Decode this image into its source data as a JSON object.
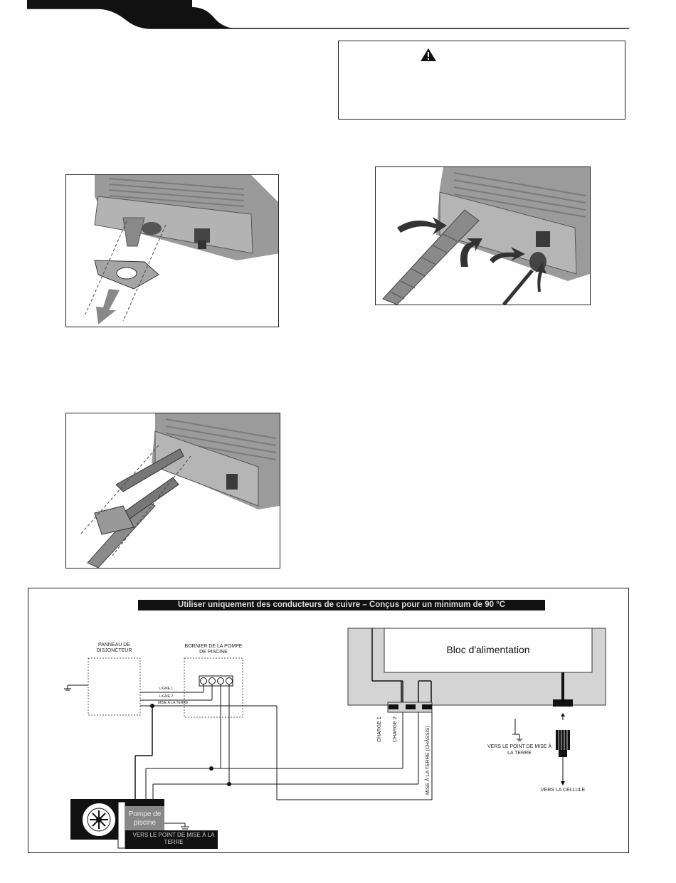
{
  "wiring": {
    "banner": "Utiliser uniquement des conducteurs de cuivre – Conçus pour un minimum de 90 °C",
    "power_block": "Bloc d'alimentation",
    "panel": "PANNEAU DE DISJONCTEUR",
    "terminal_block": "BORNIER DE LA POMPE DE PISCINE",
    "l1": "LIGNE 1",
    "l2": "LIGNE 2",
    "ground_line": "MISE À LA TERRE",
    "charge1": "CHARGE 1",
    "charge2": "CHARGE 2",
    "ground_chassis": "MISE À LA TERRE (CHÂSSIS)",
    "to_ground_point_right": "VERS LE POINT DE MISE À LA TERRE",
    "to_cell": "VERS LA CELLULE",
    "pump": "Pompe de piscine",
    "to_ground_point_pump": "VERS LE POINT DE MISE À LA TERRE"
  }
}
